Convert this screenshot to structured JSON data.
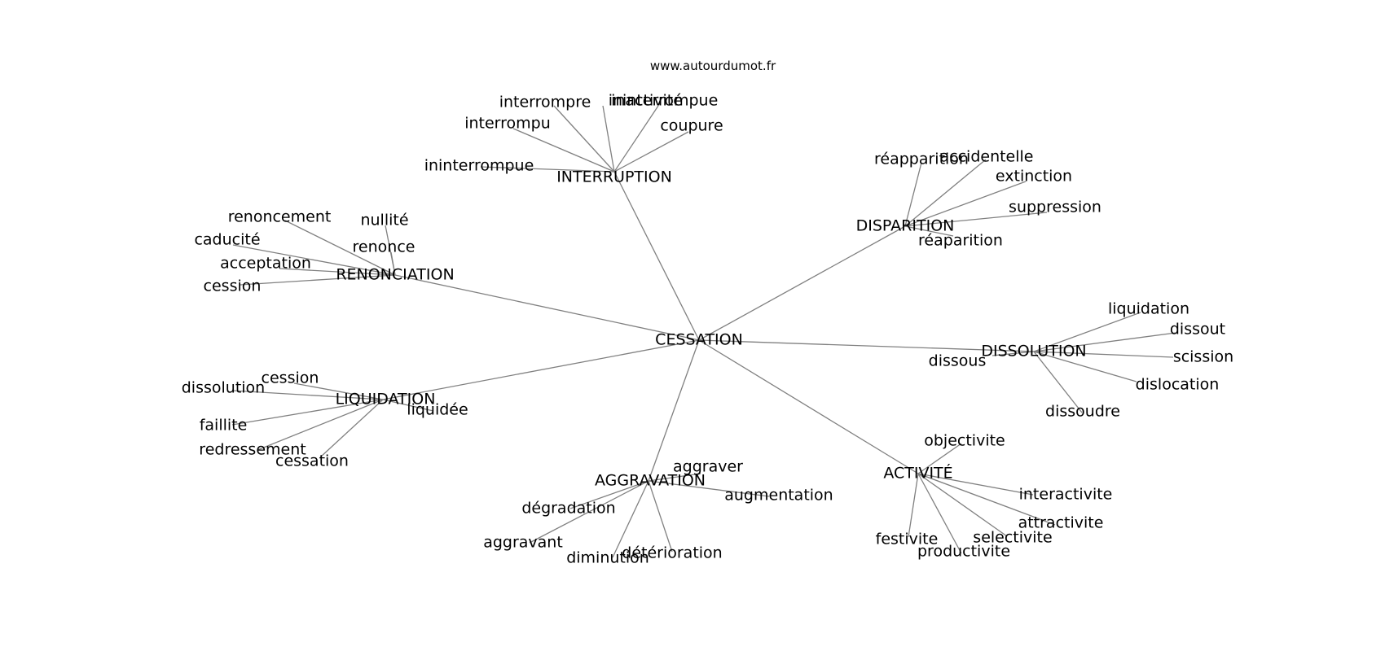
{
  "source": "www.autourdumot.fr",
  "center": "CESSATION",
  "groups": [
    {
      "name": "INTERRUPTION",
      "words": [
        "interrompre",
        "inactivité",
        "ininterrompue",
        "interrompu",
        "coupure",
        "ininterrompue"
      ]
    },
    {
      "name": "DISPARITION",
      "words": [
        "réapparition",
        "accidentelle",
        "extinction",
        "suppression",
        "réaparition"
      ]
    },
    {
      "name": "RENONCIATION",
      "words": [
        "renoncement",
        "nullité",
        "caducité",
        "renonce",
        "acceptation",
        "cession"
      ]
    },
    {
      "name": "DISSOLUTION",
      "words": [
        "liquidation",
        "dissout",
        "scission",
        "dislocation",
        "dissoudre",
        "dissous"
      ]
    },
    {
      "name": "LIQUIDATION",
      "words": [
        "cession",
        "dissolution",
        "liquidée",
        "faillite",
        "redressement",
        "cessation"
      ]
    },
    {
      "name": "AGGRAVATION",
      "words": [
        "aggraver",
        "augmentation",
        "dégradation",
        "aggravant",
        "diminution",
        "détérioration"
      ]
    },
    {
      "name": "ACTIVITÉ",
      "words": [
        "objectivite",
        "interactivite",
        "attractivite",
        "selectivite",
        "productivite",
        "festivite"
      ]
    }
  ]
}
